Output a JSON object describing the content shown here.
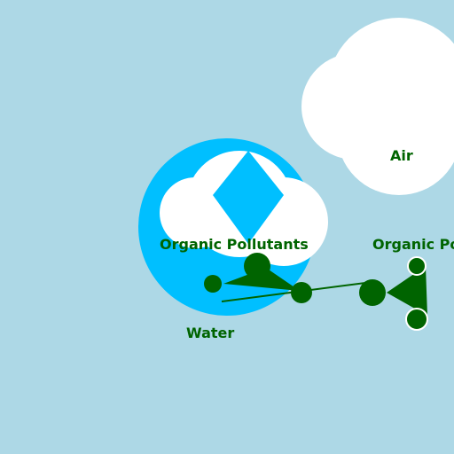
{
  "colors": {
    "background": "#ADD8E6",
    "water_body": "#00BFFF",
    "cloud": "#FFFFFF",
    "pollutant": "#006400",
    "crystal": "#00BFFF"
  },
  "labels": {
    "air": "Air",
    "water": "Water",
    "pollutants_water": "Organic Pollutants",
    "pollutants_right": "Organic Po"
  }
}
